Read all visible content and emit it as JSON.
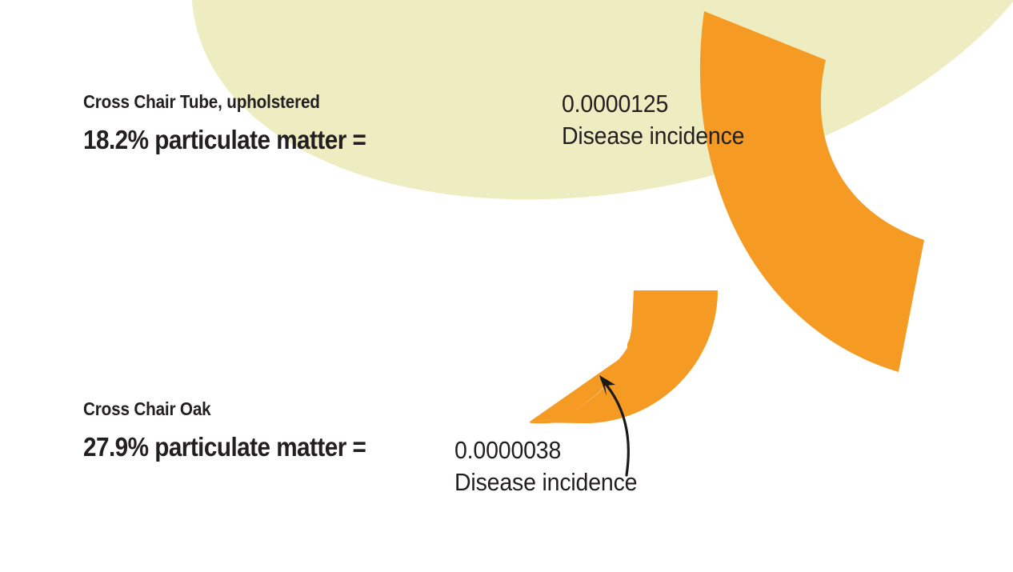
{
  "palette": {
    "background": "#ffffff",
    "pale_yellow": "#eeedc2",
    "orange": "#f59b23",
    "text_dark": "#231f20",
    "arrow": "#1a1a1a"
  },
  "chart_data": {
    "type": "pie",
    "title": "",
    "subtitle": "",
    "xlabel": "",
    "ylabel": "",
    "legend_position": "none",
    "grid": false,
    "units": {
      "share": "% particulate matter",
      "outcome": "Disease incidence"
    },
    "categories": [
      "Cross Chair Tube, upholstered",
      "Cross Chair Oak"
    ],
    "values": [
      18.2,
      27.9
    ],
    "value_suffix": "% particulate matter =",
    "outcomes": [
      1.25e-05,
      3.8e-06
    ],
    "outcome_strings": [
      "0.0000125",
      "0.0000038"
    ],
    "outcome_label": "Disease incidence",
    "annotations": [
      "Arrow pointing from the 0.0000038 label up into the smaller orange wedge"
    ]
  },
  "items": [
    {
      "id": "tube",
      "name": "Cross Chair Tube, upholstered",
      "metric": "18.2% particulate matter =",
      "value": "0.0000125",
      "value_label": "Disease incidence",
      "percent": 18.2,
      "incidence": 1.25e-05
    },
    {
      "id": "oak",
      "name": "Cross Chair Oak",
      "metric": "27.9% particulate matter =",
      "value": "0.0000038",
      "value_label": "Disease incidence",
      "percent": 27.9,
      "incidence": 3.8e-06
    }
  ],
  "shapes": {
    "ellipse_name": "pale-yellow-ellipse",
    "wedge_large_name": "orange-wedge-large",
    "wedge_small_name": "orange-wedge-small",
    "arrow_name": "curved-arrow"
  }
}
